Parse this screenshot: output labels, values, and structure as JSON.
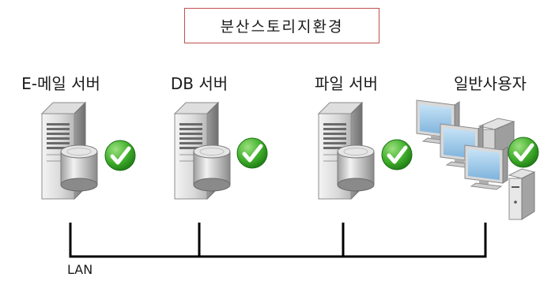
{
  "title": "분산스토리지환경",
  "nodes": [
    {
      "label": "E-메일 서버",
      "icon": "server-storage-check-icon"
    },
    {
      "label": "DB 서버",
      "icon": "server-storage-check-icon"
    },
    {
      "label": "파일 서버",
      "icon": "server-storage-check-icon"
    },
    {
      "label": "일반사용자",
      "icon": "workstations-check-icon"
    }
  ],
  "network_label": "LAN",
  "colors": {
    "title_border": "#c0504d",
    "check": "#3fae2a",
    "line": "#000000"
  }
}
